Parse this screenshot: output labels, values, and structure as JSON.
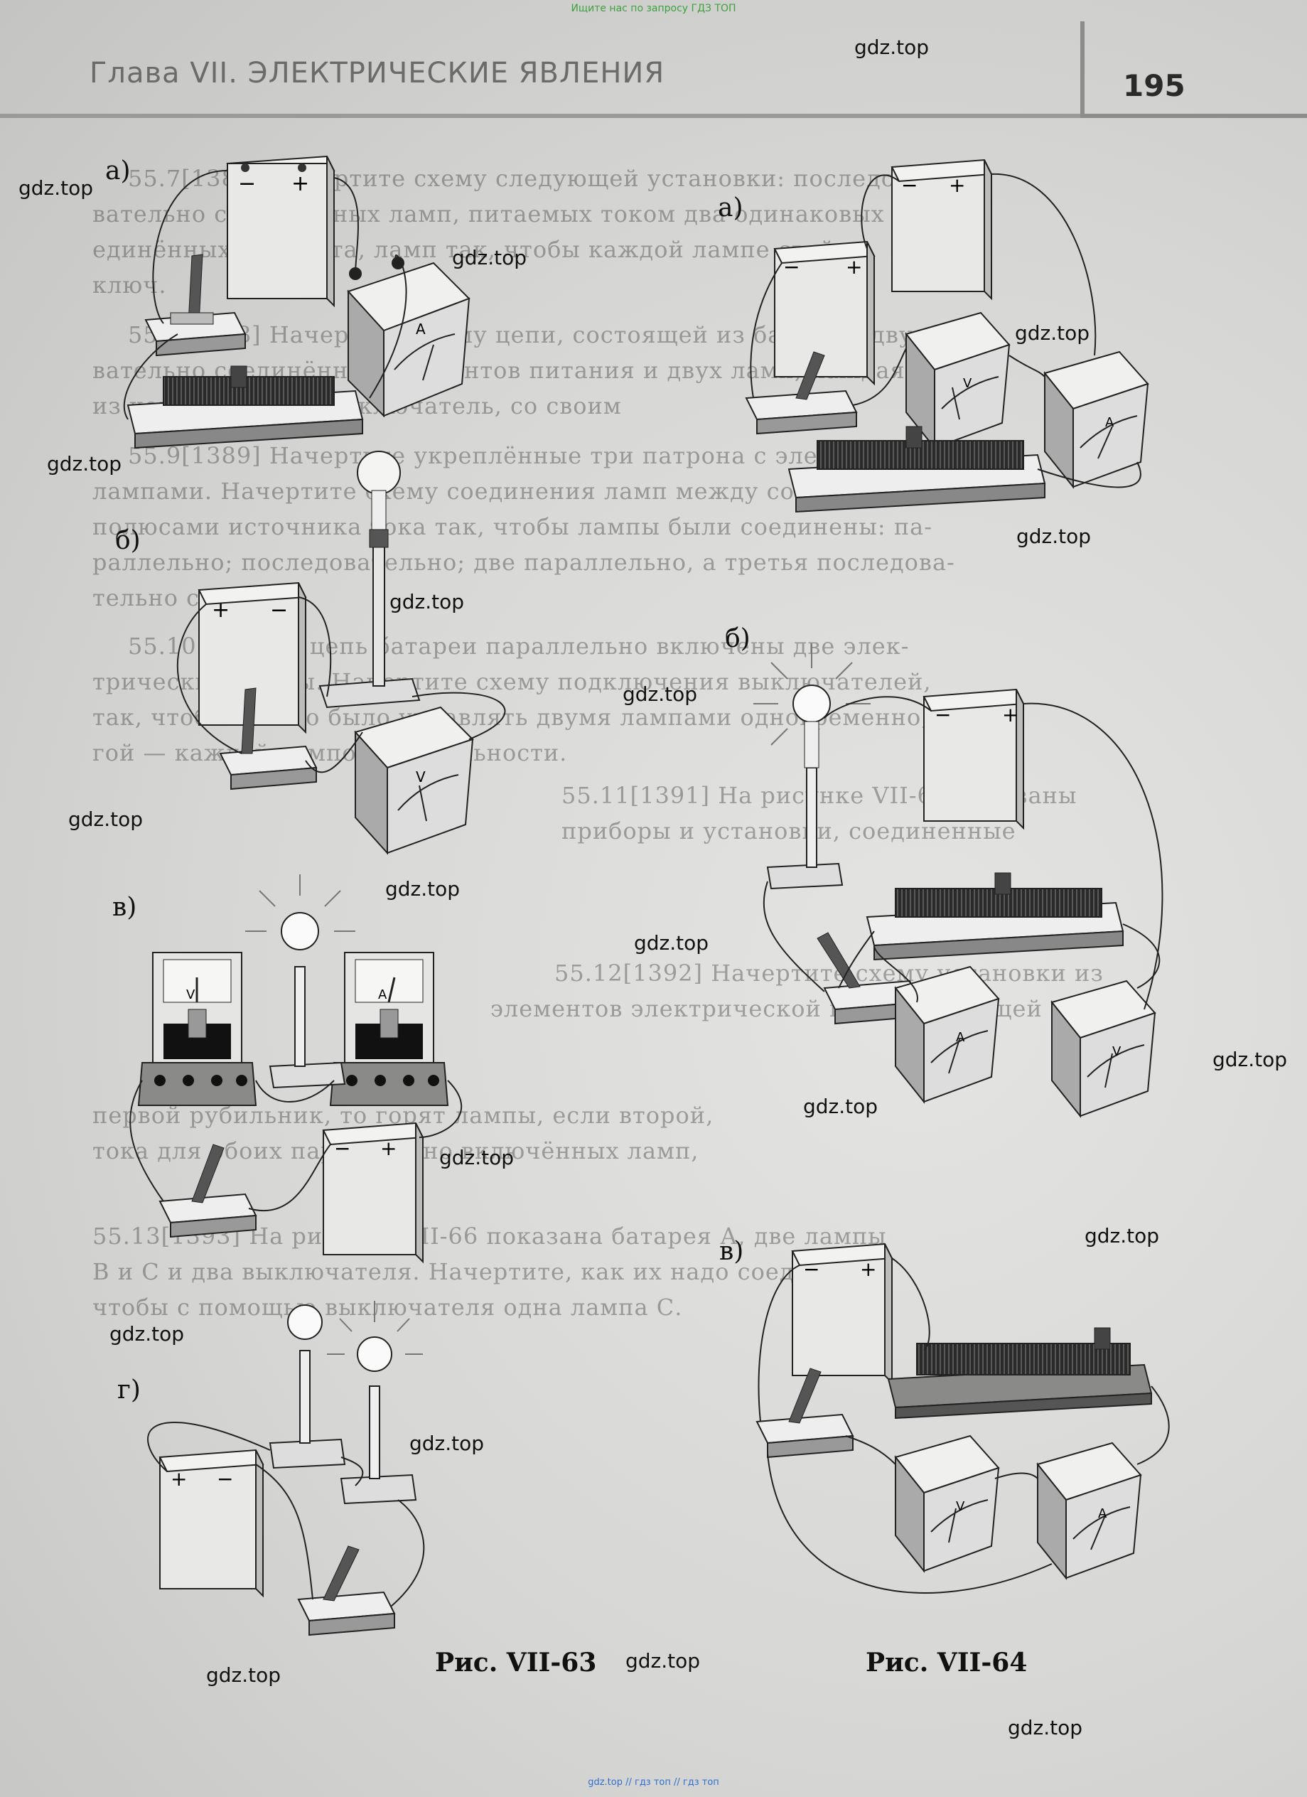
{
  "banner_top": "Ищите нас по запросу ГДЗ ТОП",
  "banner_bottom": "gdz.top // гдз топ // гдз топ",
  "header": {
    "chapter_title": "Глава VII. ЭЛЕКТРИЧЕСКИЕ ЯВЛЕНИЯ",
    "page_number": "195"
  },
  "watermark_text": "gdz.top",
  "figure_63": {
    "caption": "Рис. VII-63",
    "panels": [
      "а)",
      "б)",
      "в)",
      "г)"
    ]
  },
  "figure_64": {
    "caption": "Рис. VII-64",
    "panels": [
      "а)",
      "б)",
      "в)"
    ]
  },
  "background_text": [
    "55.7[1387] Начертите схему следующей установки: последо-",
    "вательно соединённых ламп, питаемых током два одинаковых во-",
    "единённых элемента, ламп так, чтобы каждой лампе свой",
    "ключ.",
    "55.8[1388] Начертите схему цепи, состоящей из батареи, двух",
    "вательно соединённых элементов питания и двух ламп, каждая",
    "из которых имеет выключатель, со своим",
    "55.9[1389] Начертите укреплённые три патрона с электрическими",
    "лампами. Начертите схему соединения ламп между собой и между",
    "полюсами источника тока так, чтобы лампы были соединены: па-",
    "раллельно; последовательно; две параллельно, а третья последова-",
    "тельно с ними.",
    "55.10[1390] В цепь батареи параллельно включены две элек-",
    "трические лампы. Начертите схему подключения выключателей,",
    "так, чтобы можно было управлять двумя лампами одновременно, дру-",
    "гой — каждой лампой в отдельности.",
    "55.11[1391] На рисунке VII-63 показаны",
    "приборы и установки, соединенные",
    "55.12[1392] Начертите схему установки из",
    "элементов электрической цепи, состоящей из",
    "первой рубильник, то горят лампы, если второй,",
    "тока для обоих параллельно включённых ламп,",
    "55.13[1393] На рисунке VII-66 показана батарея А, две лампы",
    "В и С и два выключателя. Начертите, как их надо соединить,",
    "чтобы с помощью выключателя одна лампа С."
  ]
}
